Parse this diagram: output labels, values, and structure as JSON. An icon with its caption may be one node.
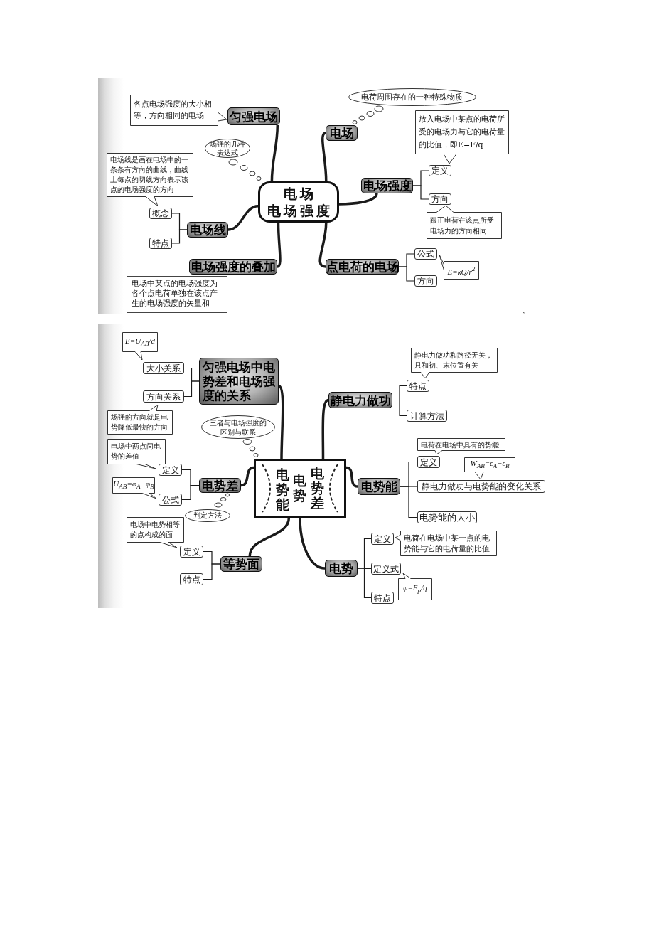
{
  "diagram": {
    "nodes": [
      {
        "text": [
          "电场",
          "电场强度"
        ]
      },
      {
        "text": [
          "匀强电场"
        ]
      },
      {
        "text": [
          "各点电场强度的大小相等，方向相同的电场"
        ]
      },
      {
        "text": [
          "场强的几种表达式"
        ]
      },
      {
        "text": [
          "电场线是画在电场中的一条条有方向的曲线，曲线上每点的切线方向表示该点的电场强度的方向"
        ]
      },
      {
        "text": [
          "概念"
        ]
      },
      {
        "text": [
          "特点"
        ]
      },
      {
        "text": [
          "电场线"
        ]
      },
      {
        "text": [
          "电场强度的叠加"
        ]
      },
      {
        "text": [
          "电场中某点的电场强度为各个点电荷单独在该点产生的电场强度的矢量和"
        ]
      },
      {
        "text": [
          "电荷周围存在的一种特殊物质"
        ]
      },
      {
        "text": [
          "电场"
        ]
      },
      {
        "text": [
          "放入电场中某点的电荷所受的电场力与它的电荷量的比值，即E=F/q"
        ]
      },
      {
        "text": [
          "定义"
        ]
      },
      {
        "text": [
          "电场强度"
        ]
      },
      {
        "text": [
          "方向"
        ]
      },
      {
        "text": [
          "跟正电荷在该点所受电场力的方向相同"
        ]
      },
      {
        "text": [
          "点电荷的电场"
        ]
      },
      {
        "text": [
          "公式"
        ]
      },
      {
        "text": [
          "方向"
        ]
      },
      {
        "text": [
          "E=kQ/r$^{2}$"
        ]
      },
      {
        "text": [
          "电势能",
          "电势",
          "电势差"
        ]
      },
      {
        "text": [
          "E=U$_{AB}$/d"
        ]
      },
      {
        "text": [
          "大小关系"
        ]
      },
      {
        "text": [
          "匀强电场中电势差和电场强度的关系"
        ]
      },
      {
        "text": [
          "方向关系"
        ]
      },
      {
        "text": [
          "场强的方向就是电势降低最快的方向"
        ]
      },
      {
        "text": [
          "三者与电场强度的区别与联系"
        ]
      },
      {
        "text": [
          "电场中两点间电势的差值"
        ]
      },
      {
        "text": [
          "定义"
        ]
      },
      {
        "text": [
          "电势差"
        ]
      },
      {
        "text": [
          "U$_{AB}$=φ$_{A}$−φ$_{B}$"
        ]
      },
      {
        "text": [
          "公式"
        ]
      },
      {
        "text": [
          "判定方法"
        ]
      },
      {
        "text": [
          "电场中电势相等的点构成的面"
        ]
      },
      {
        "text": [
          "定义"
        ]
      },
      {
        "text": [
          "等势面"
        ]
      },
      {
        "text": [
          "特点"
        ]
      },
      {
        "text": [
          "静电力做功和路径无关，只和初、末位置有关"
        ]
      },
      {
        "text": [
          "特点"
        ]
      },
      {
        "text": [
          "静电力做功"
        ]
      },
      {
        "text": [
          "计算方法"
        ]
      },
      {
        "text": [
          "电荷在电场中具有的势能"
        ]
      },
      {
        "text": [
          "定义"
        ]
      },
      {
        "text": [
          "W$_{AB}$=ε$_{A}$−ε$_{B}$"
        ]
      },
      {
        "text": [
          "静电力做功与电势能的变化关系"
        ]
      },
      {
        "text": [
          "电势能"
        ]
      },
      {
        "text": [
          "电势能的大小"
        ]
      },
      {
        "text": [
          "定义"
        ]
      },
      {
        "text": [
          "电荷在电场中某一点的电势能与它的电荷量的比值"
        ]
      },
      {
        "text": [
          "电势"
        ]
      },
      {
        "text": [
          "定义式"
        ]
      },
      {
        "text": [
          "φ=E$_{p}$/q"
        ]
      },
      {
        "text": [
          "特点"
        ]
      }
    ],
    "edges": [
      {
        "from": 0,
        "to": 1,
        "arrow": "none",
        "style": "thick"
      },
      {
        "from": 0,
        "to": 11,
        "arrow": "none",
        "style": "thick"
      },
      {
        "from": 0,
        "to": 14,
        "arrow": "none",
        "style": "thick"
      },
      {
        "from": 0,
        "to": 17,
        "arrow": "none",
        "style": "thick"
      },
      {
        "from": 0,
        "to": 8,
        "arrow": "none",
        "style": "thick"
      },
      {
        "from": 0,
        "to": 7,
        "arrow": "none",
        "style": "thick"
      },
      {
        "from": 7,
        "to": 5,
        "arrow": "none"
      },
      {
        "from": 7,
        "to": 6,
        "arrow": "none"
      },
      {
        "from": 14,
        "to": 13,
        "arrow": "none"
      },
      {
        "from": 14,
        "to": 15,
        "arrow": "none"
      },
      {
        "from": 17,
        "to": 18,
        "arrow": "none"
      },
      {
        "from": 17,
        "to": 19,
        "arrow": "none"
      },
      {
        "from": 21,
        "to": 24,
        "arrow": "none",
        "style": "thick"
      },
      {
        "from": 21,
        "to": 40,
        "arrow": "none",
        "style": "thick"
      },
      {
        "from": 21,
        "to": 46,
        "arrow": "none",
        "style": "thick"
      },
      {
        "from": 21,
        "to": 50,
        "arrow": "none",
        "style": "thick"
      },
      {
        "from": 21,
        "to": 36,
        "arrow": "none",
        "style": "thick"
      },
      {
        "from": 21,
        "to": 30,
        "arrow": "none",
        "style": "thick"
      },
      {
        "from": 24,
        "to": 23,
        "arrow": "none"
      },
      {
        "from": 24,
        "to": 25,
        "arrow": "none"
      },
      {
        "from": 30,
        "to": 29,
        "arrow": "none"
      },
      {
        "from": 30,
        "to": 32,
        "arrow": "none"
      },
      {
        "from": 36,
        "to": 35,
        "arrow": "none"
      },
      {
        "from": 36,
        "to": 37,
        "arrow": "none"
      },
      {
        "from": 40,
        "to": 39,
        "arrow": "none"
      },
      {
        "from": 40,
        "to": 41,
        "arrow": "none"
      },
      {
        "from": 46,
        "to": 43,
        "arrow": "none"
      },
      {
        "from": 46,
        "to": 45,
        "arrow": "none"
      },
      {
        "from": 46,
        "to": 47,
        "arrow": "none"
      },
      {
        "from": 50,
        "to": 48,
        "arrow": "none"
      },
      {
        "from": 50,
        "to": 51,
        "arrow": "none"
      },
      {
        "from": 50,
        "to": 53,
        "arrow": "none"
      }
    ],
    "labels": [
      "、"
    ]
  }
}
